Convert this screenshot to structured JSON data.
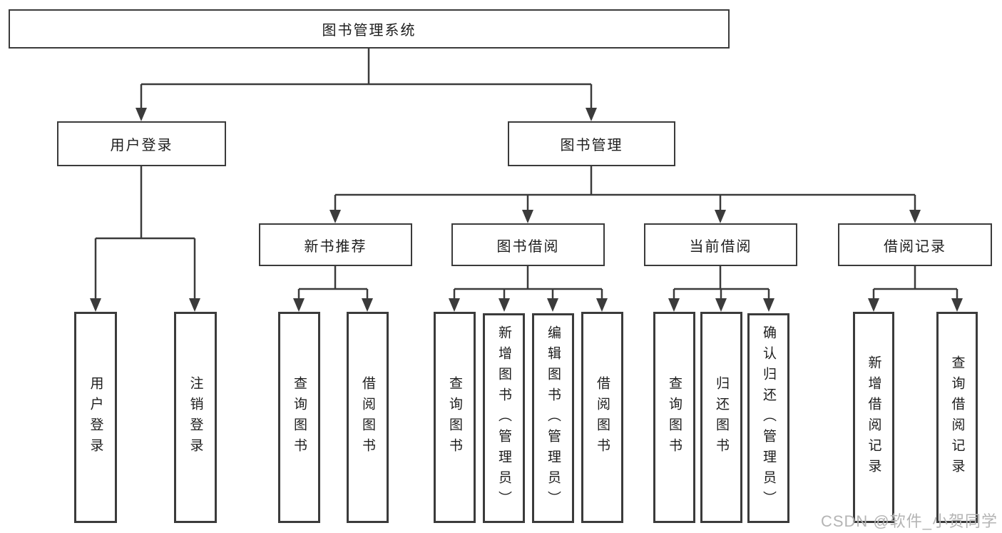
{
  "diagram": {
    "type": "function-structure-tree",
    "colors": {
      "line": "#3b3b3b",
      "box_border": "#3b3b3b",
      "text": "#1d1d1d",
      "background": "#ffffff",
      "watermark": "#b4b4b4"
    },
    "watermark": {
      "text": "CSDN @软件_小贺同学"
    },
    "tree": {
      "root": {
        "label": "图书管理系统"
      },
      "branches": [
        {
          "label": "用户登录",
          "children": [
            {
              "label": "用户登录"
            },
            {
              "label": "注销登录"
            }
          ]
        },
        {
          "label": "图书管理",
          "children": [
            {
              "label": "新书推荐",
              "children": [
                {
                  "label": "查询图书"
                },
                {
                  "label": "借阅图书"
                }
              ]
            },
            {
              "label": "图书借阅",
              "children": [
                {
                  "label": "查询图书"
                },
                {
                  "label": "新增图书（管理员）"
                },
                {
                  "label": "编辑图书（管理员）"
                },
                {
                  "label": "借阅图书"
                }
              ]
            },
            {
              "label": "当前借阅",
              "children": [
                {
                  "label": "查询图书"
                },
                {
                  "label": "归还图书"
                },
                {
                  "label": "确认归还（管理员）"
                }
              ]
            },
            {
              "label": "借阅记录",
              "children": [
                {
                  "label": "新增借阅记录"
                },
                {
                  "label": "查询借阅记录"
                }
              ]
            }
          ]
        }
      ]
    }
  }
}
